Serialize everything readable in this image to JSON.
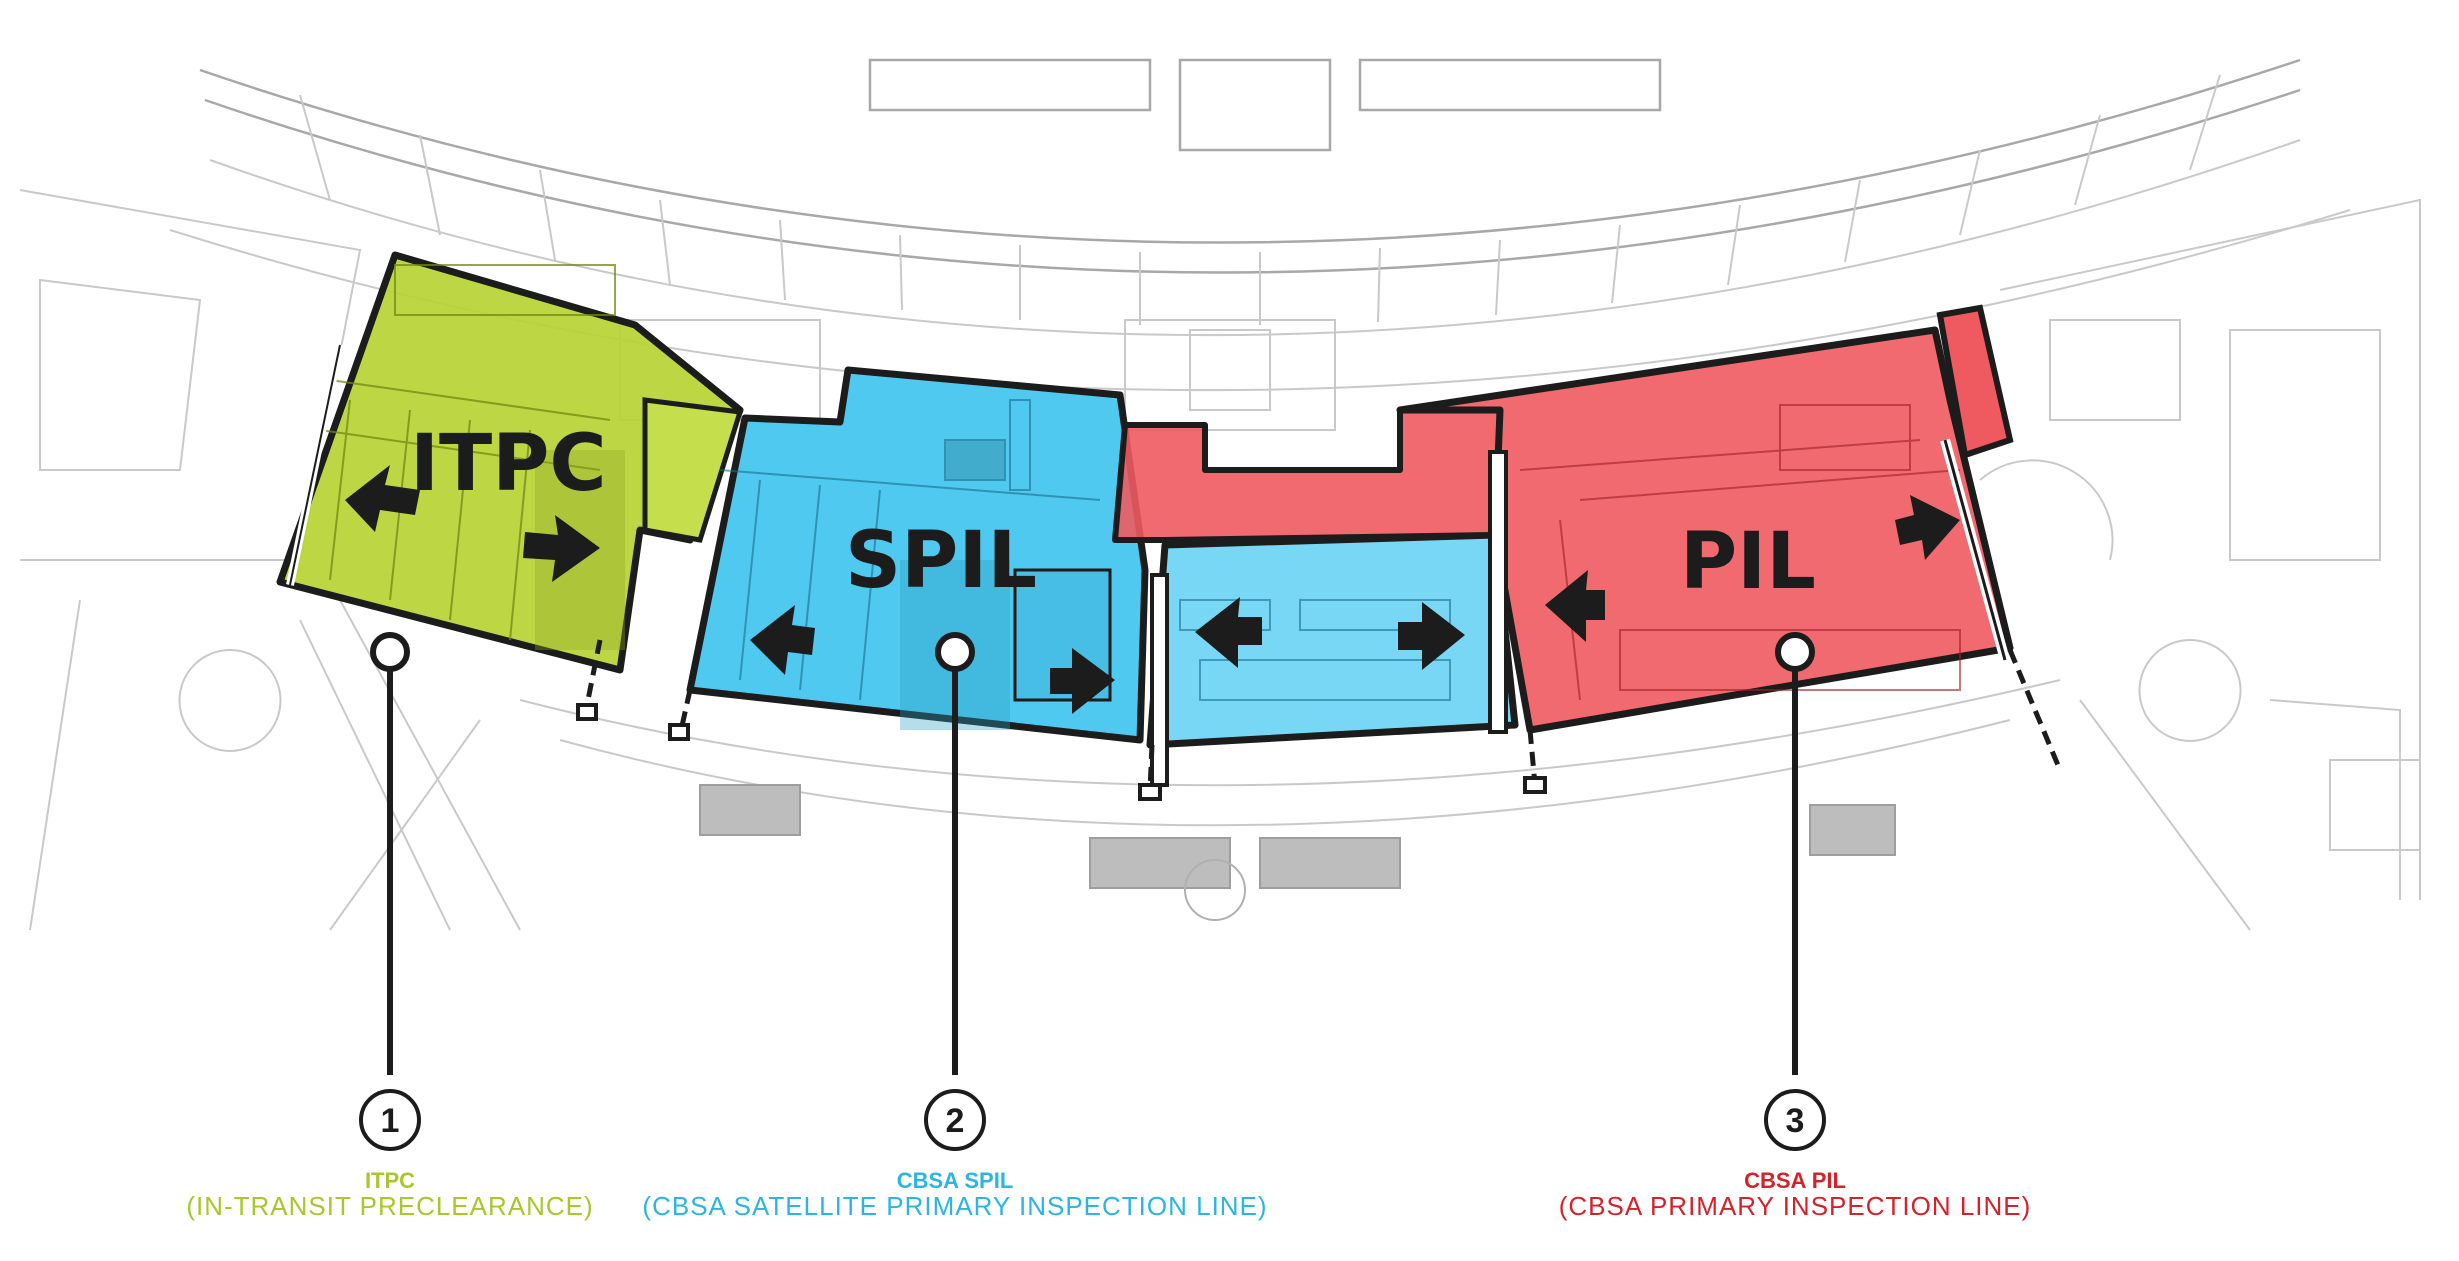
{
  "zones": [
    {
      "id": "itpc",
      "label": "ITPC",
      "number": "1",
      "caption_title": "ITPC",
      "caption_subtitle": "(IN-TRANSIT PRECLEARANCE)",
      "color": "#b7d334"
    },
    {
      "id": "spil",
      "label": "SPIL",
      "number": "2",
      "caption_title": "CBSA SPIL",
      "caption_subtitle": "(CBSA SATELLITE PRIMARY INSPECTION LINE)",
      "color": "#3cc3ee"
    },
    {
      "id": "pil",
      "label": "PIL",
      "number": "3",
      "caption_title": "CBSA PIL",
      "caption_subtitle": "(CBSA PRIMARY INSPECTION LINE)",
      "color": "#ee5a5f"
    }
  ],
  "colors": {
    "itpc_text": "#a8c72c",
    "spil_text": "#2bb5e0",
    "pil_text": "#d2232a",
    "outline": "#1c1c1c",
    "base_lines": "#c9c9c9"
  },
  "icons": [
    "arrow-left-icon",
    "arrow-right-icon",
    "callout-marker-icon"
  ]
}
